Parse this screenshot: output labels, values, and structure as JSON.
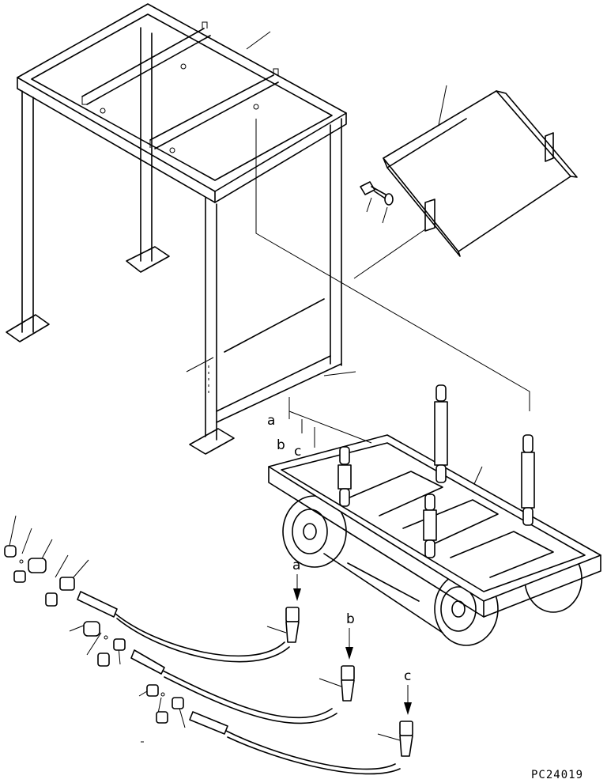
{
  "labels": {
    "connection_a": "a",
    "connection_b": "b",
    "connection_c": "c"
  },
  "drawing_code": "PC24019"
}
